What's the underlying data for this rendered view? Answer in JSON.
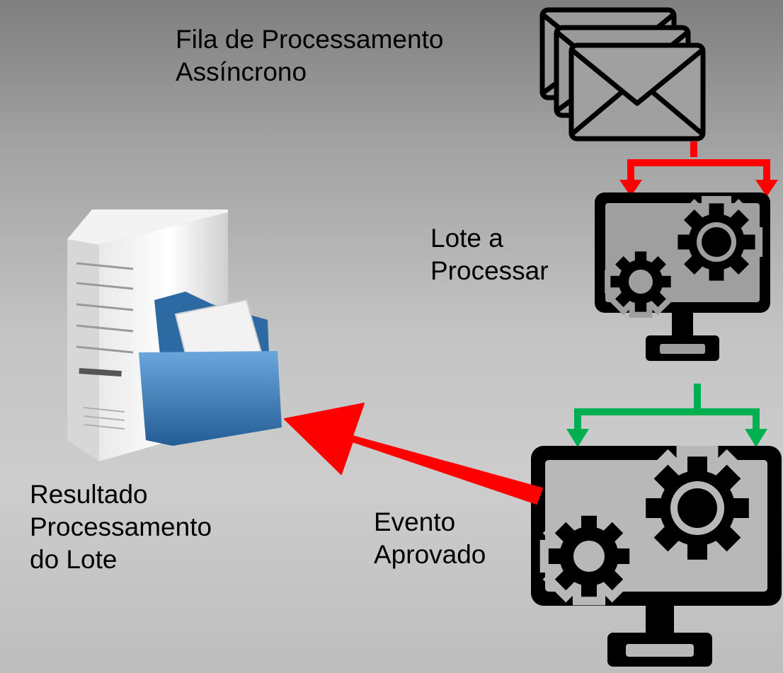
{
  "labels": {
    "queue": [
      "Fila de Processamento",
      "Assíncrono"
    ],
    "batch": [
      "Lote a",
      "Processar"
    ],
    "event": [
      "Evento",
      "Aprovado"
    ],
    "result": [
      "Resultado",
      "Processamento",
      "do Lote"
    ]
  },
  "icons": {
    "queue": "stacked-envelopes-icon",
    "batch": "monitor-gears-icon",
    "event": "monitor-gears-icon",
    "result": "server-folder-icon"
  },
  "colors": {
    "red_arrow": "#ff0000",
    "green_arrow": "#00b050",
    "icon": "#000000",
    "folder": "#3b78b5"
  }
}
